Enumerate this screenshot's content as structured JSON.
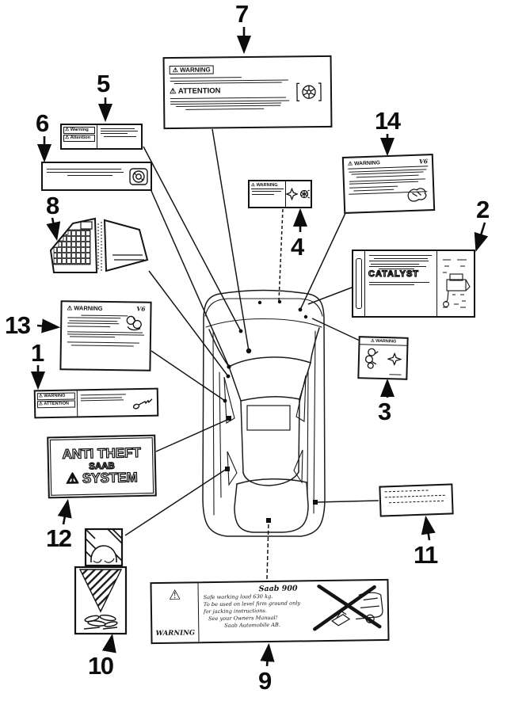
{
  "callouts": {
    "c1": "1",
    "c2": "2",
    "c3": "3",
    "c4": "4",
    "c5": "5",
    "c6": "6",
    "c7": "7",
    "c8": "8",
    "c9": "9",
    "c10": "10",
    "c11": "11",
    "c12": "12",
    "c13": "13",
    "c14": "14"
  },
  "labels": {
    "l1": {
      "warning": "⚠ WARNING",
      "attention": "⚠ ATTENTION",
      "icon": "key-icon"
    },
    "l2": {
      "catalyst": "CATALYST",
      "icon": "engine-diagram-icon"
    },
    "l3": {
      "warning": "⚠ WARNING",
      "icons": "belt-pulley-icon, fan-icon"
    },
    "l4": {
      "warning": "⚠ WARNING",
      "icon": "fan-blade-icon"
    },
    "l5": {
      "warning": "⚠ Warning",
      "attention": "⚠ Attention"
    },
    "l6": {
      "icon": "fuel-cap-icon"
    },
    "l7": {
      "warning": "⚠ WARNING",
      "attention": "⚠ ATTENTION",
      "icon": "fan-icon"
    },
    "l8": {
      "icon": "tire-pressure-table"
    },
    "l9": {
      "warning_symbol": "⚠",
      "warning_word": "WARNING",
      "title": "Saab 900",
      "line1": "Safe working load 630 kg.",
      "line2": "To be used on level firm ground only",
      "line3": "for jacking instructions.",
      "line4": "See your Owners Manual!",
      "line5": "Saab Automobile AB.",
      "icon": "jack-crossed-out-icon"
    },
    "l10": {
      "icon": "airbag-warning-graphic"
    },
    "l11": {
      "icon": "text-lines"
    },
    "l12": {
      "line1": "ANTI THEFT",
      "line2": "SAAB",
      "line3": "⚠ SYSTEM"
    },
    "l13": {
      "warning": "⚠ WARNING",
      "variant": "V6",
      "icon": "hand-icon"
    },
    "l14": {
      "warning": "⚠ WARNING",
      "variant": "V6",
      "icon": "hand-icon"
    }
  }
}
